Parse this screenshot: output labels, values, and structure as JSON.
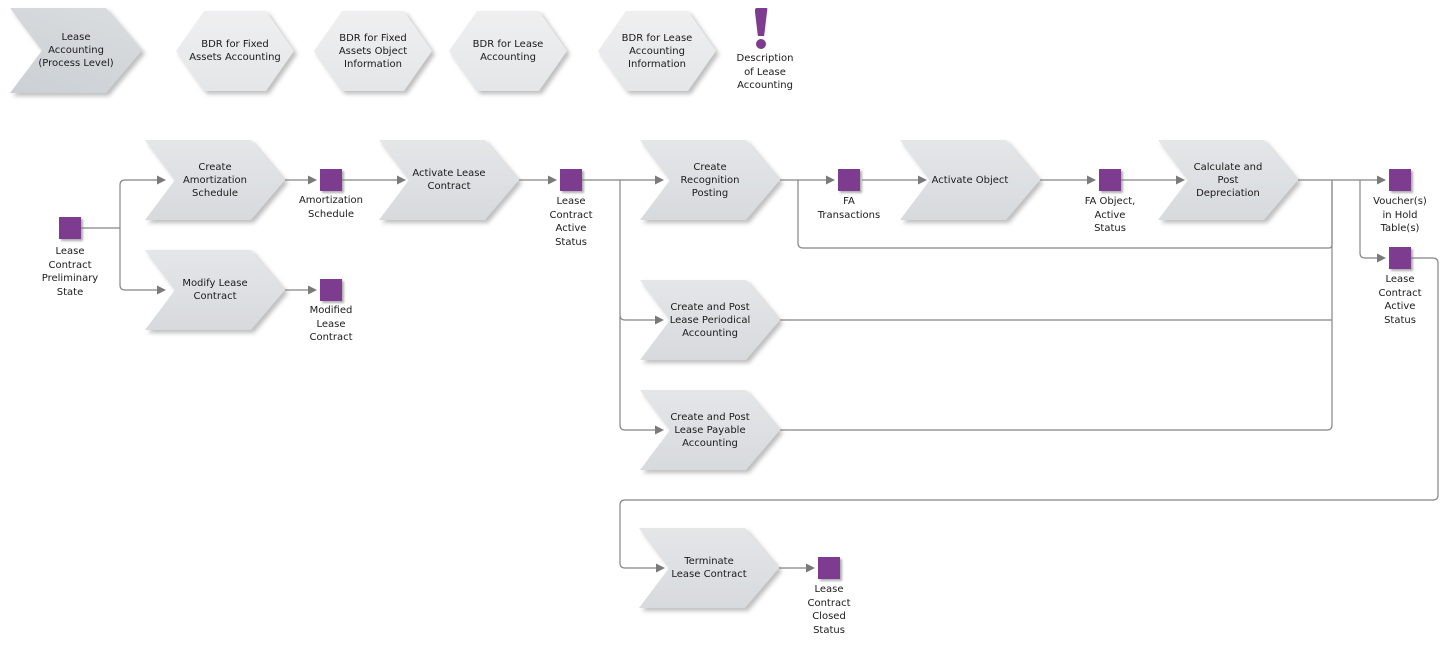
{
  "top_row": {
    "process_level": {
      "label": "Lease\nAccounting\n(Process Level)"
    },
    "bdr_items": [
      {
        "label": "BDR for Fixed\nAssets Accounting"
      },
      {
        "label": "BDR for Fixed\nAssets Object\nInformation"
      },
      {
        "label": "BDR for Lease\nAccounting"
      },
      {
        "label": "BDR for Lease\nAccounting\nInformation"
      }
    ],
    "description_note": {
      "label": "Description\nof Lease\nAccounting"
    }
  },
  "processes": {
    "create_amortization_schedule": {
      "label": "Create\nAmortization\nSchedule"
    },
    "modify_lease_contract": {
      "label": "Modify Lease\nContract"
    },
    "activate_lease_contract": {
      "label": "Activate Lease\nContract"
    },
    "create_recognition_posting": {
      "label": "Create\nRecognition\nPosting"
    },
    "activate_object": {
      "label": "Activate Object"
    },
    "calculate_and_post_depreciation": {
      "label": "Calculate and\nPost\nDepreciation"
    },
    "create_and_post_lease_periodical_accounting": {
      "label": "Create and Post\nLease Periodical\nAccounting"
    },
    "create_and_post_lease_payable_accounting": {
      "label": "Create and Post\nLease Payable\nAccounting"
    },
    "terminate_lease_contract": {
      "label": "Terminate\nLease Contract"
    }
  },
  "states": {
    "lease_contract_preliminary_state": {
      "label": "Lease\nContract\nPreliminary\nState"
    },
    "amortization_schedule": {
      "label": "Amortization\nSchedule"
    },
    "modified_lease_contract": {
      "label": "Modified\nLease\nContract"
    },
    "lease_contract_active_status_1": {
      "label": "Lease\nContract\nActive\nStatus"
    },
    "fa_transactions": {
      "label": "FA\nTransactions"
    },
    "fa_object_active_status": {
      "label": "FA Object,\nActive\nStatus"
    },
    "voucher_in_hold_tables": {
      "label": "Voucher(s)\nin Hold\nTable(s)"
    },
    "lease_contract_active_status_2": {
      "label": "Lease\nContract\nActive\nStatus"
    },
    "lease_contract_closed_status": {
      "label": "Lease\nContract\nClosed\nStatus"
    }
  },
  "colors": {
    "state_square": "#7d3c8f",
    "note_exclamation": "#7d3c8f",
    "process_fill": "#dde0e2",
    "process_level_fill": "#d3d7da",
    "bdr_fill": "#ebeced",
    "connector": "#858585",
    "text": "#1a1a1a",
    "background": "#ffffff"
  }
}
